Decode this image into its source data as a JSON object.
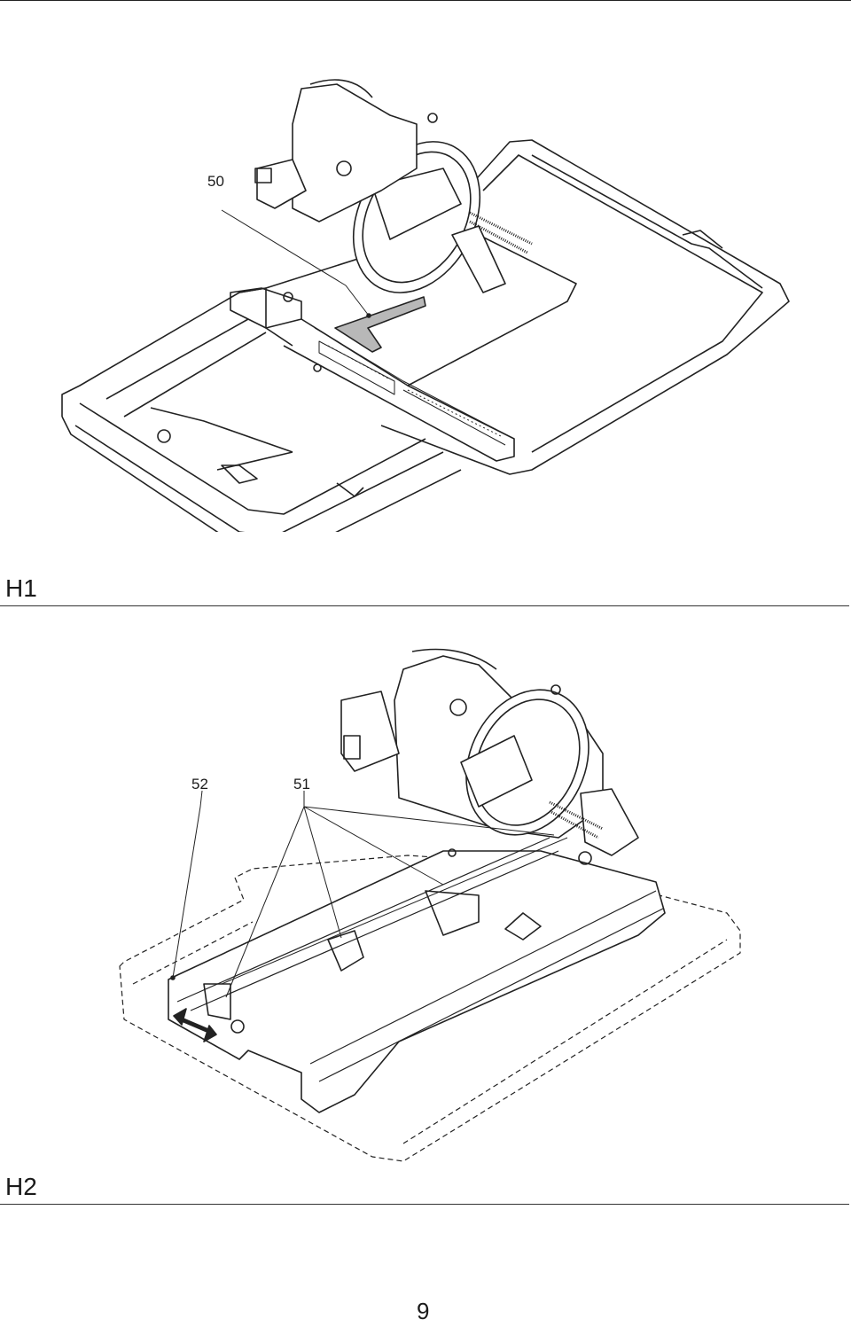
{
  "figures": [
    {
      "label": "H1",
      "callouts": [
        "50"
      ]
    },
    {
      "label": "H2",
      "callouts": [
        "52",
        "51"
      ]
    }
  ],
  "page_number": "9",
  "icons": {
    "figure1": "tile-saw-top-view-drawing",
    "figure2": "tile-saw-stand-adjustment-drawing",
    "arrow": "double-arrow-icon"
  }
}
